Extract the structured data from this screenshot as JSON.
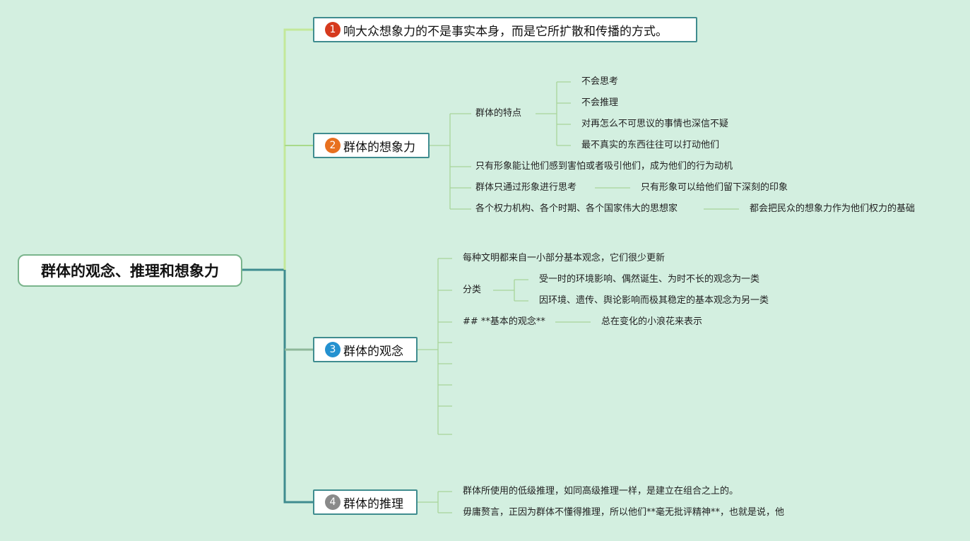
{
  "root": {
    "label": "群体的观念、推理和想象力"
  },
  "branches": [
    {
      "num": "1",
      "label": "响大众想象力的不是事实本身，而是它所扩散和传播的方式。",
      "badge_color": "#d63a1e"
    },
    {
      "num": "2",
      "label": "群体的想象力",
      "badge_color": "#e8701f"
    },
    {
      "num": "3",
      "label": "群体的观念",
      "badge_color": "#2491d0"
    },
    {
      "num": "4",
      "label": "群体的推理",
      "badge_color": "#8a8a8a"
    }
  ],
  "b2": {
    "trait": "群体的特点",
    "trait_items": [
      "不会思考",
      "不会推理",
      "对再怎么不可思议的事情也深信不疑",
      "最不真实的东西往往可以打动他们"
    ],
    "image_motive": "只有形象能让他们感到害怕或者吸引他们，成为他们的行为动机",
    "think_by_image": "群体只通过形象进行思考",
    "think_by_image_child": "只有形象可以给他们留下深刻的印象",
    "thinkers": "各个权力机构、各个时期、各个国家伟大的思想家",
    "thinkers_child": "都会把民众的想象力作为他们权力的基础"
  },
  "b3": {
    "civilization": "每种文明都来自一小部分基本观念，它们很少更新",
    "classify": "分类",
    "classify_items": [
      "受一时的环境影响、偶然诞生、为时不长的观念为一类",
      "因环境、遗传、舆论影响而极其稳定的基本观念为另一类"
    ],
    "basic": "## **基本的观念**",
    "basic_child": "总在变化的小浪花来表示"
  },
  "b4": {
    "items": [
      "群体所使用的低级推理，如同高级推理一样，是建立在组合之上的。",
      "毋庸赘言，正因为群体不懂得推理，所以他们**毫无批评精神**，也就是说，他"
    ]
  },
  "colors": {
    "background": "#d3efe0",
    "trunk": "#3f8c8f",
    "light_line": "#b9e39a",
    "leaf_line": "#a8d49a"
  }
}
